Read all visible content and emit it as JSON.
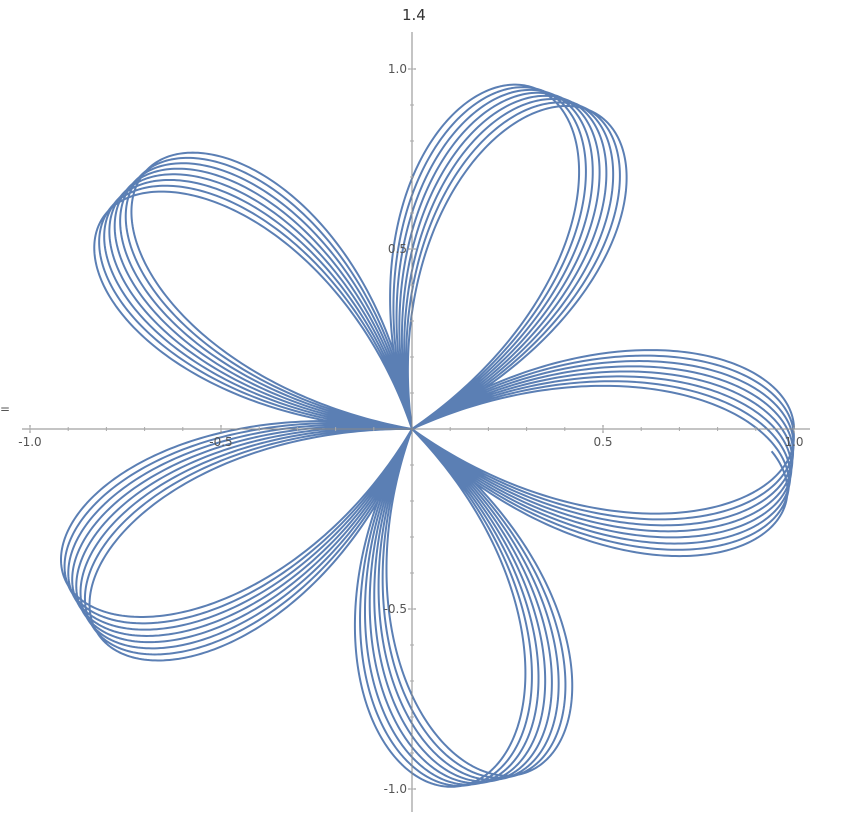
{
  "top_label": "1.4",
  "side_label": "=",
  "chart_data": {
    "type": "line",
    "title": "",
    "xlabel": "",
    "ylabel": "",
    "xlim": [
      -1.0,
      1.0
    ],
    "ylim": [
      -1.0,
      1.0
    ],
    "x_ticks": [
      -1.0,
      -0.5,
      0.5,
      1.0
    ],
    "x_tick_labels": [
      "-1.0",
      "-0.5",
      "0.5",
      "1.0"
    ],
    "y_ticks": [
      -1.0,
      -0.5,
      0.5,
      1.0
    ],
    "y_tick_labels": [
      "-1.0",
      "-0.5",
      "0.5",
      "1.0"
    ],
    "grid": false,
    "legend": "none",
    "series": [
      {
        "curve": "polar rose r = |cos(k·theta)| with k = 5/2 + 0.01, traced with slowly rotating petals",
        "k": 2.51,
        "theta_range": [
          0,
          50.2
        ],
        "color": "#5b7fb4"
      }
    ]
  }
}
